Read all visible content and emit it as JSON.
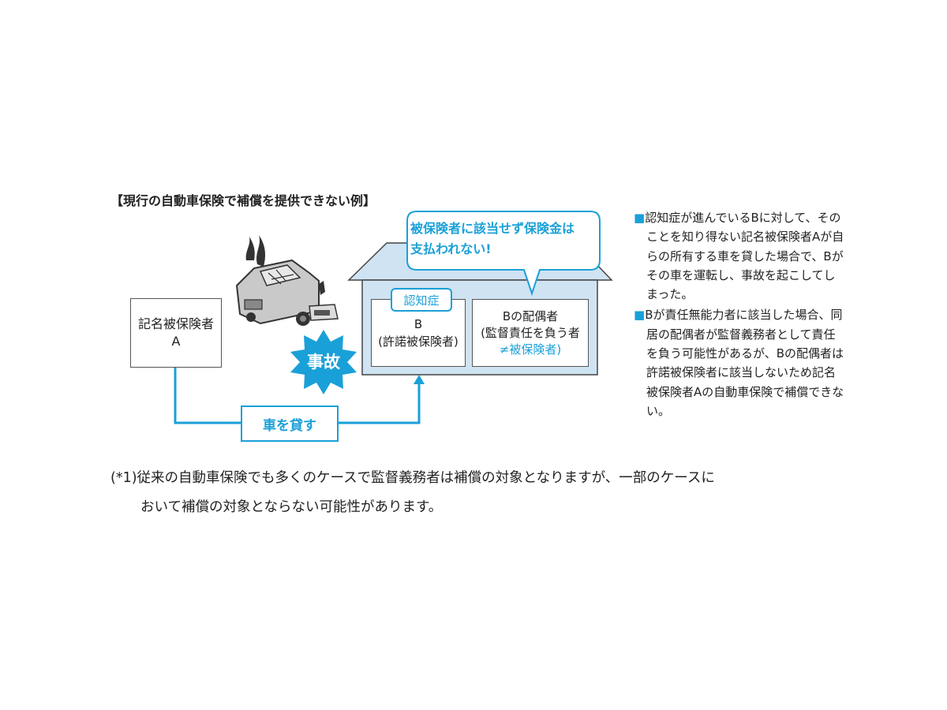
{
  "title": "【現行の自動車保険で補償を提供できない例】",
  "box_a": {
    "line1": "記名被保険者",
    "line2": "A"
  },
  "box_b": {
    "line1": "B",
    "line2": "(許諾被保険者)"
  },
  "box_spouse": {
    "line1": "Bの配偶者",
    "line2": "(監督責任を負う者",
    "line3": "≠被保険者)"
  },
  "dementia_tag": "認知症",
  "bubble": {
    "line1": "被保険者に該当せず保険金は",
    "line2": "支払われない!"
  },
  "lend_label": "車を貸す",
  "accident_label": "事故",
  "notes": [
    {
      "bullet": "■",
      "text": "認知症が進んでいるBに対して、そのことを知り得ない記名被保険者Aが自らの所有する車を貸した場合で、Bがその車を運転し、事故を起こしてしまった。"
    },
    {
      "bullet": "■",
      "text": "Bが責任無能力者に該当した場合、同居の配偶者が監督義務者として責任を負う可能性があるが、Bの配偶者は許諾被保険者に該当しないため記名被保険者Aの自動車保険で補償できない。"
    }
  ],
  "footnote": {
    "line1": "(*1)従来の自動車保険でも多くのケースで監督義務者は補償の対象となりますが、一部のケースに",
    "line2": "おいて補償の対象とならない可能性があります。"
  },
  "colors": {
    "accent": "#1aa0d8",
    "house_fill": "#cfe3f2",
    "border": "#555555"
  },
  "icons": {
    "car": "crashed-car-icon",
    "burst": "starburst-icon"
  }
}
